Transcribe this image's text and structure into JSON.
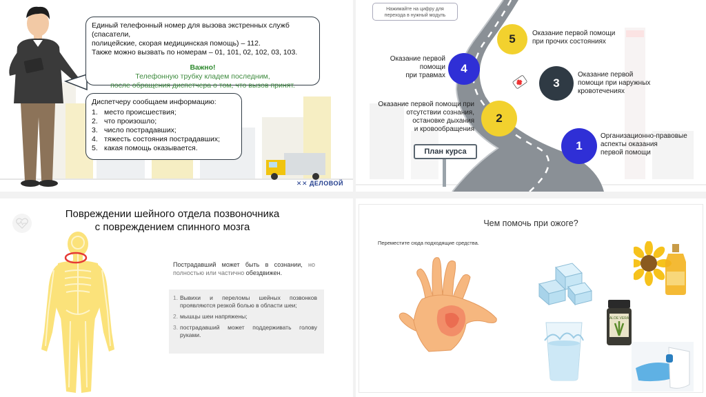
{
  "panel1": {
    "emergency_lines": [
      "Единый телефонный номер для вызова экстренных служб (спасатели,",
      "полицейские, скорая медицинская помощь) – 112.",
      "Также можно вызвать по номерам – 01, 101, 02, 102, 03, 103."
    ],
    "important_label": "Важно!",
    "important_lines": [
      "Телефонную трубку кладем последним,",
      "после обращения диспетчера о том, что вызов принят."
    ],
    "dispatch_title": "Диспетчеру сообщаем информацию:",
    "dispatch_items": [
      {
        "num": "1.",
        "text": "место происшествия;"
      },
      {
        "num": "2.",
        "text": "что произошло;"
      },
      {
        "num": "3.",
        "text": "число пострадавших;"
      },
      {
        "num": "4.",
        "text": "тяжесть состояния пострадавших;"
      },
      {
        "num": "5.",
        "text": "какая помощь оказывается."
      }
    ],
    "brand": "ДЕЛОВОЙ"
  },
  "panel2": {
    "hint": "Нажимайте на цифру для перехода в нужный модуль",
    "modules": [
      {
        "num": "1",
        "label_lines": [
          "Организационно-правовые",
          "аспекты оказания",
          "первой помощи"
        ]
      },
      {
        "num": "2",
        "label_lines": [
          "Оказание первой помощи при",
          "отсутствии сознания,",
          "остановке дыхания",
          "и кровообращения"
        ]
      },
      {
        "num": "3",
        "label_lines": [
          "Оказание первой",
          "помощи при наружных",
          "кровотечениях"
        ]
      },
      {
        "num": "4",
        "label_lines": [
          "Оказание первой",
          "помощи",
          "при травмах"
        ]
      },
      {
        "num": "5",
        "label_lines": [
          "Оказание первой помощи",
          "при прочих состояниях"
        ]
      }
    ],
    "plan_label": "План курса",
    "colors": {
      "yellow": "#f2d12e",
      "blue": "#2f2fd6",
      "dark": "#2f3a44"
    }
  },
  "panel3": {
    "title_lines": [
      "Повреждении шейного отдела позвоночника",
      "с повреждением спинного мозга"
    ],
    "desc_a": "Пострадавший может быть в сознании,",
    "desc_b": "но полностью или частично",
    "desc_c": " обездвижен.",
    "list": [
      {
        "num": "1.",
        "text": "Вывихи и переломы шейных позвонков проявляются резкой болью в области шеи;"
      },
      {
        "num": "2.",
        "text": "мышцы шеи напряжены;"
      },
      {
        "num": "3.",
        "text": "пострадавший может поддерживать голову руками."
      }
    ]
  },
  "panel4": {
    "title": "Чем помочь при ожоге?",
    "instruction": "Переместите сюда подходящие средства.",
    "items": [
      "ice-cubes",
      "sunflower-oil",
      "aloe-vera-jar",
      "glass-of-water",
      "toothpaste"
    ],
    "item_labels": {
      "aloe": "ALOE VERA"
    }
  }
}
